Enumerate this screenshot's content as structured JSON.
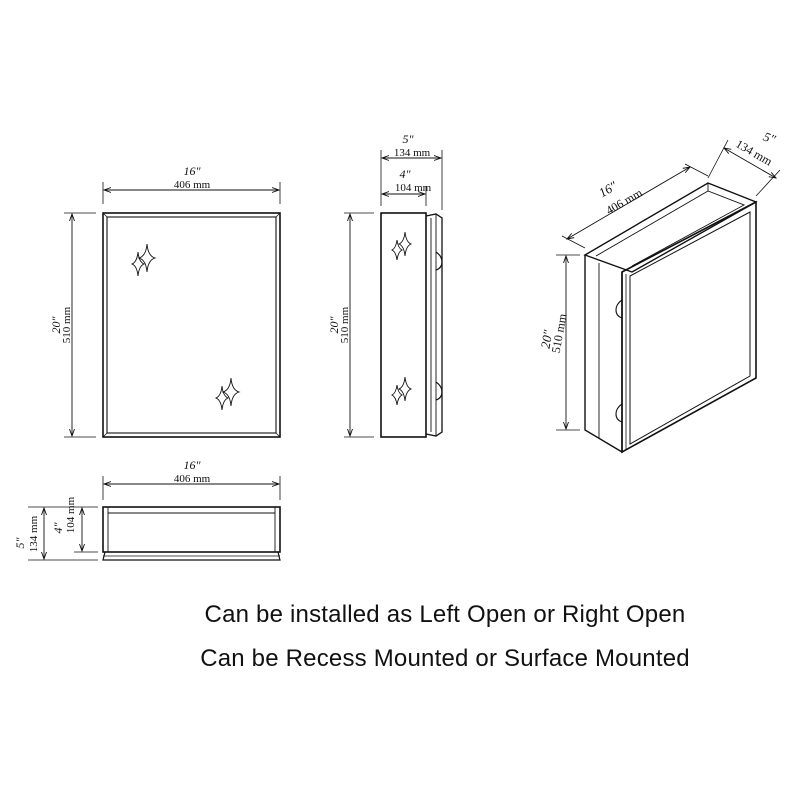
{
  "front_view": {
    "width_in": "16″",
    "width_mm": "406 mm",
    "height_in": "20″",
    "height_mm": "510 mm"
  },
  "side_view": {
    "depth_total_in": "5″",
    "depth_total_mm": "134 mm",
    "depth_body_in": "4″",
    "depth_body_mm": "104 mm",
    "height_in": "20″",
    "height_mm": "510 mm"
  },
  "top_view": {
    "width_in": "16″",
    "width_mm": "406 mm",
    "depth_total_in": "5″",
    "depth_total_mm": "134 mm",
    "depth_body_in": "4″",
    "depth_body_mm": "104 mm"
  },
  "iso_view": {
    "width_in": "16″",
    "width_mm": "406 mm",
    "depth_in": "5″",
    "depth_mm": "134 mm",
    "height_in": "20″",
    "height_mm": "510 mm"
  },
  "captions": {
    "line1": "Can be installed as Left Open or Right Open",
    "line2": "Can be Recess Mounted or Surface Mounted"
  }
}
